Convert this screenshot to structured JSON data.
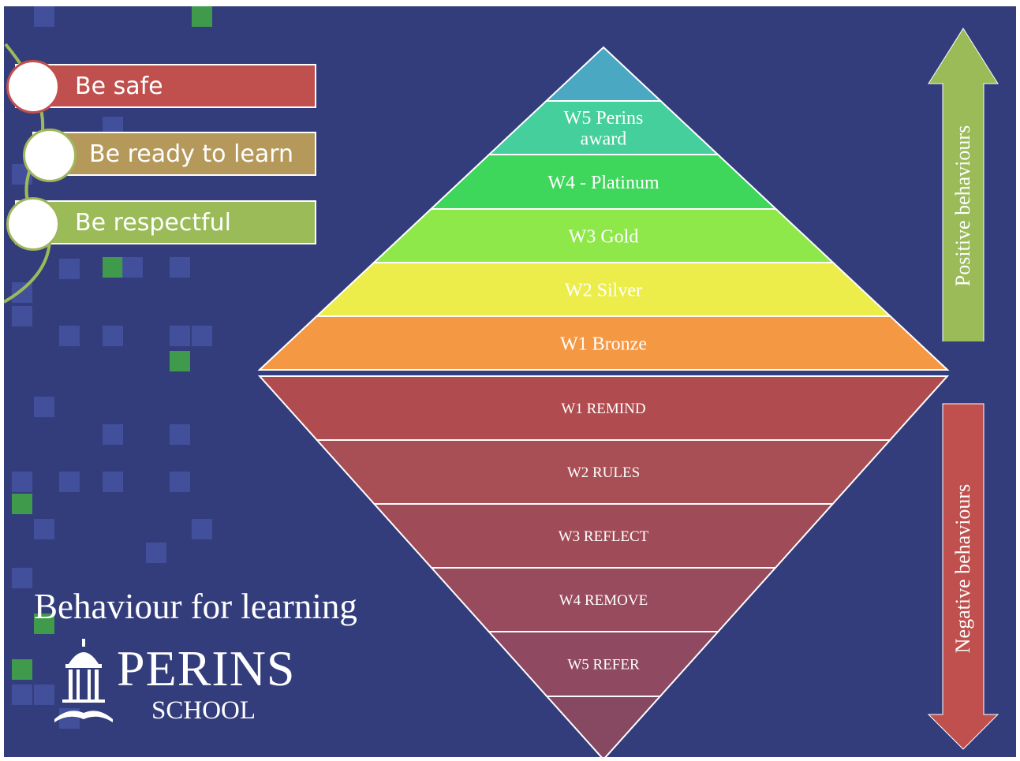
{
  "values": [
    {
      "label": "Be safe",
      "color": "#c0504d"
    },
    {
      "label": "Be ready to learn",
      "color": "#b5995a"
    },
    {
      "label": "Be respectful",
      "color": "#9bbb59"
    }
  ],
  "positive_levels": [
    {
      "label": "",
      "color": "#4aa8c2"
    },
    {
      "label": "W5 Perins award",
      "color": "#45cf9c"
    },
    {
      "label": "W4 - Platinum",
      "color": "#3fd65c"
    },
    {
      "label": "W3 Gold",
      "color": "#8ee84a"
    },
    {
      "label": "W2 Silver",
      "color": "#eced4a"
    },
    {
      "label": "W1 Bronze",
      "color": "#f59844"
    }
  ],
  "negative_levels": [
    {
      "label": "W1 REMIND",
      "color": "#b04c50"
    },
    {
      "label": "W2  RULES",
      "color": "#a84e55"
    },
    {
      "label": "W3 REFLECT",
      "color": "#a04c58"
    },
    {
      "label": "W4 REMOVE",
      "color": "#984b5c"
    },
    {
      "label": "W5 REFER",
      "color": "#8f4960"
    },
    {
      "label": "",
      "color": "#874862"
    }
  ],
  "arrows": {
    "positive": {
      "label": "Positive behaviours",
      "color": "#9bbb59"
    },
    "negative": {
      "label": "Negative behaviours",
      "color": "#c0504d"
    }
  },
  "title": "Behaviour for learning",
  "logo": {
    "word": "PERINS",
    "sub": "SCHOOL",
    "icon": "school-building-book-icon"
  }
}
